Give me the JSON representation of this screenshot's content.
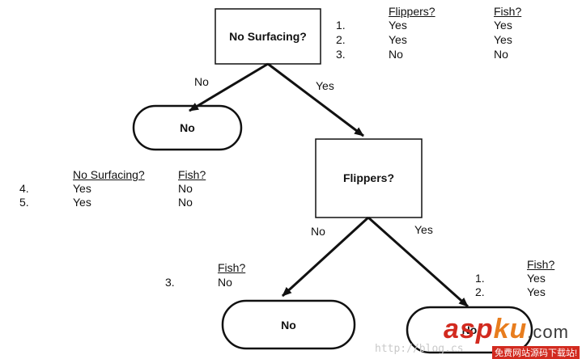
{
  "nodes": {
    "root": "No Surfacing?",
    "left_leaf": "No",
    "flippers": "Flippers?",
    "bottom_left_leaf": "No",
    "bottom_right_leaf": "No"
  },
  "edges": {
    "root_left": "No",
    "root_right": "Yes",
    "flippers_left": "No",
    "flippers_right": "Yes"
  },
  "table_root": {
    "headers": [
      "Flippers?",
      "Fish?"
    ],
    "rows": [
      {
        "index": "1.",
        "flippers": "Yes",
        "fish": "Yes"
      },
      {
        "index": "2.",
        "flippers": "Yes",
        "fish": "Yes"
      },
      {
        "index": "3.",
        "flippers": "No",
        "fish": "No"
      }
    ]
  },
  "table_left": {
    "headers": [
      "No Surfacing?",
      "Fish?"
    ],
    "rows": [
      {
        "index": "4.",
        "surfacing": "Yes",
        "fish": "No"
      },
      {
        "index": "5.",
        "surfacing": "Yes",
        "fish": "No"
      }
    ]
  },
  "table_bottom_left": {
    "header": "Fish?",
    "rows": [
      {
        "index": "3.",
        "fish": "No"
      }
    ]
  },
  "table_bottom_right": {
    "header": "Fish?",
    "rows": [
      {
        "index": "1.",
        "fish": "Yes"
      },
      {
        "index": "2.",
        "fish": "Yes"
      }
    ]
  },
  "watermark": {
    "asp": "asp",
    "ku": "ku",
    "com": ".com",
    "url": "http://blog.cs",
    "tagline": "免费网站源码下载站!"
  },
  "colors": {
    "stroke": "#111111",
    "watermark_red": "#d22a1f",
    "watermark_orange": "#e87d1e"
  }
}
